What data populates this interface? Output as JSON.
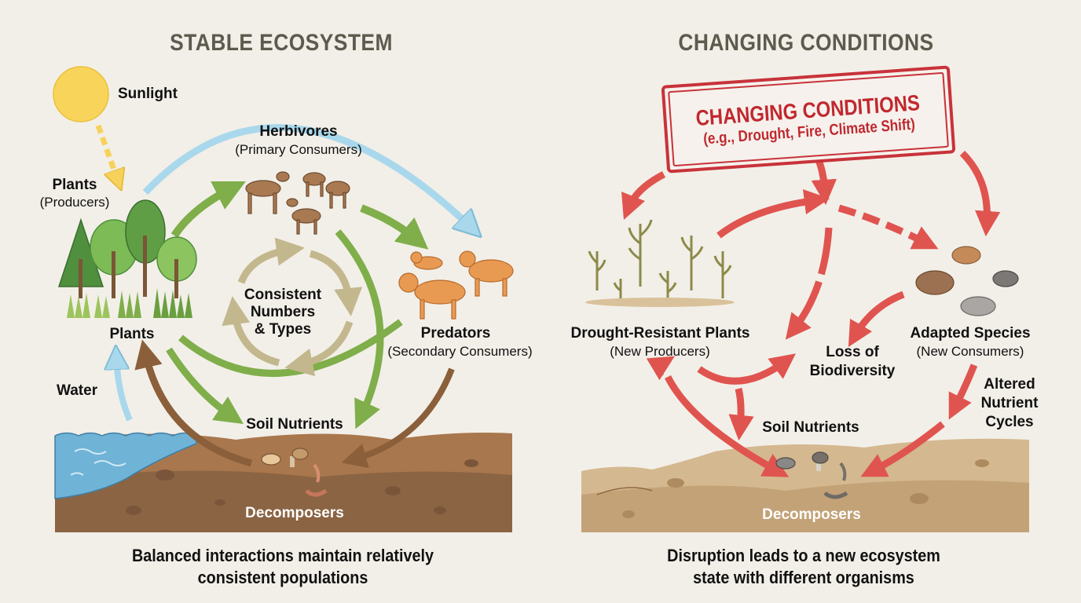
{
  "left_panel": {
    "title": "STABLE ECOSYSTEM",
    "labels": {
      "sunlight": "Sunlight",
      "plants_producers": "Plants",
      "plants_producers_sub": "(Producers)",
      "herbivores": "Herbivores",
      "herbivores_sub": "(Primary Consumers)",
      "center_line1": "Consistent",
      "center_line2": "Numbers",
      "center_line3": "& Types",
      "plants": "Plants",
      "predators": "Predators",
      "predators_sub": "(Secondary Consumers)",
      "water": "Water",
      "soil_nutrients": "Soil Nutrients",
      "decomposers": "Decomposers"
    },
    "caption_line1": "Balanced interactions maintain relatively",
    "caption_line2": "consistent populations"
  },
  "right_panel": {
    "title": "CHANGING CONDITIONS",
    "stamp": {
      "title": "CHANGING CONDITIONS",
      "subtitle": "(e.g., Drought, Fire, Climate Shift)"
    },
    "labels": {
      "drought_plants": "Drought-Resistant Plants",
      "drought_plants_sub": "(New Producers)",
      "loss_line1": "Loss of",
      "loss_line2": "Biodiversity",
      "adapted": "Adapted Species",
      "adapted_sub": "(New Consumers)",
      "altered_line1": "Altered",
      "altered_line2": "Nutrient",
      "altered_line3": "Cycles",
      "soil_nutrients": "Soil Nutrients",
      "decomposers": "Decomposers"
    },
    "caption_line1": "Disruption leads to a new ecosystem",
    "caption_line2": "state with different organisms"
  },
  "colors": {
    "background": "#f2efe8",
    "title_gray": "#5d5a4e",
    "green_arrow": "#7fae4a",
    "blue_arrow": "#a9d8ec",
    "brown_arrow": "#8a5f3a",
    "red_arrow": "#e0544f",
    "stamp_red": "#c0282f",
    "soil_dark": "#8b6444",
    "soil_light": "#c3a277",
    "water": "#6fb3d6"
  }
}
